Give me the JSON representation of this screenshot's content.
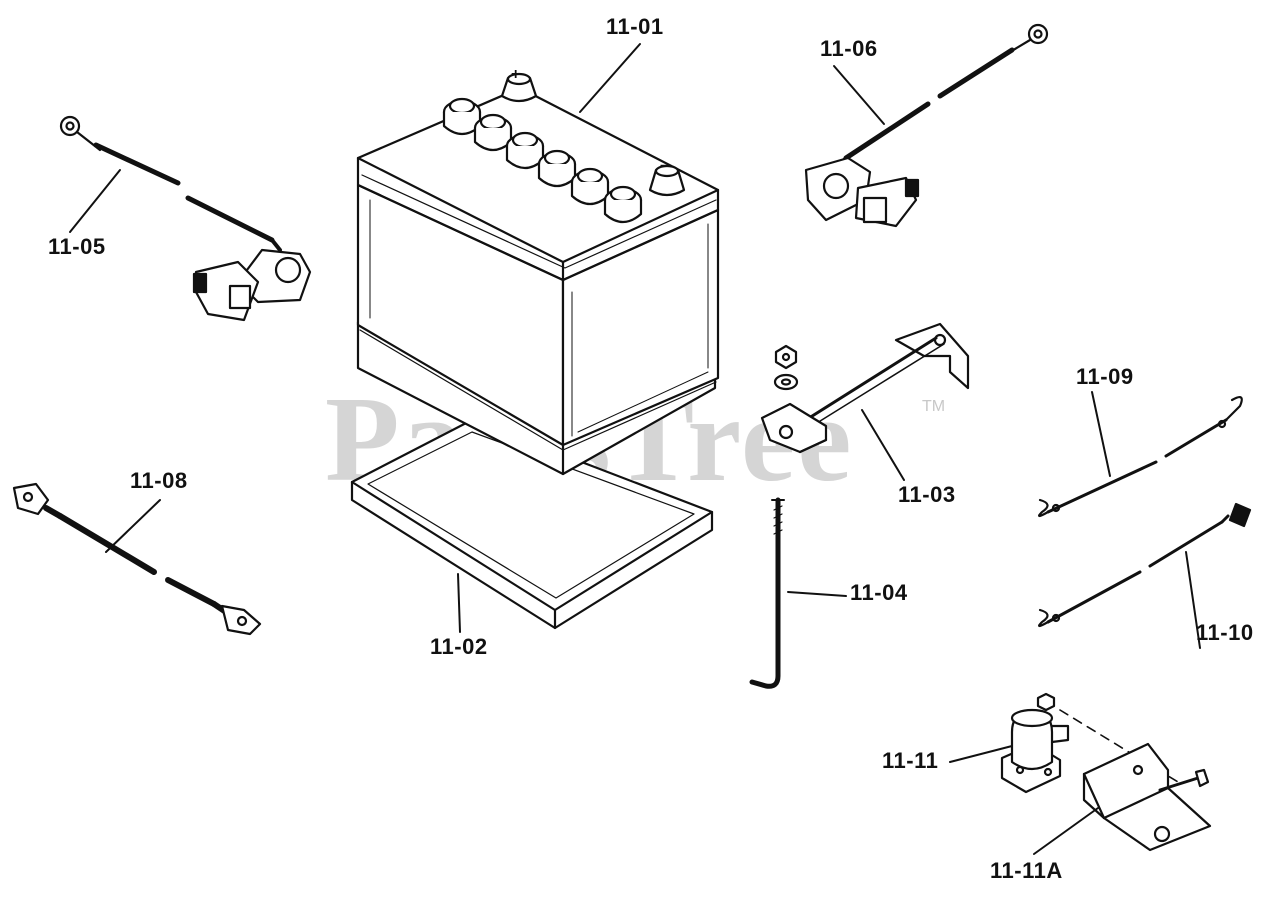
{
  "watermark": {
    "text": "PartsTree",
    "mark": "TM"
  },
  "callouts": {
    "c1101": "11-01",
    "c1102": "11-02",
    "c1103": "11-03",
    "c1104": "11-04",
    "c1105": "11-05",
    "c1106": "11-06",
    "c1108": "11-08",
    "c1109": "11-09",
    "c1110": "11-10",
    "c1111": "11-11",
    "c1111a": "11-11A"
  },
  "battery_terminals": {
    "positive": "+",
    "negative": "−"
  }
}
